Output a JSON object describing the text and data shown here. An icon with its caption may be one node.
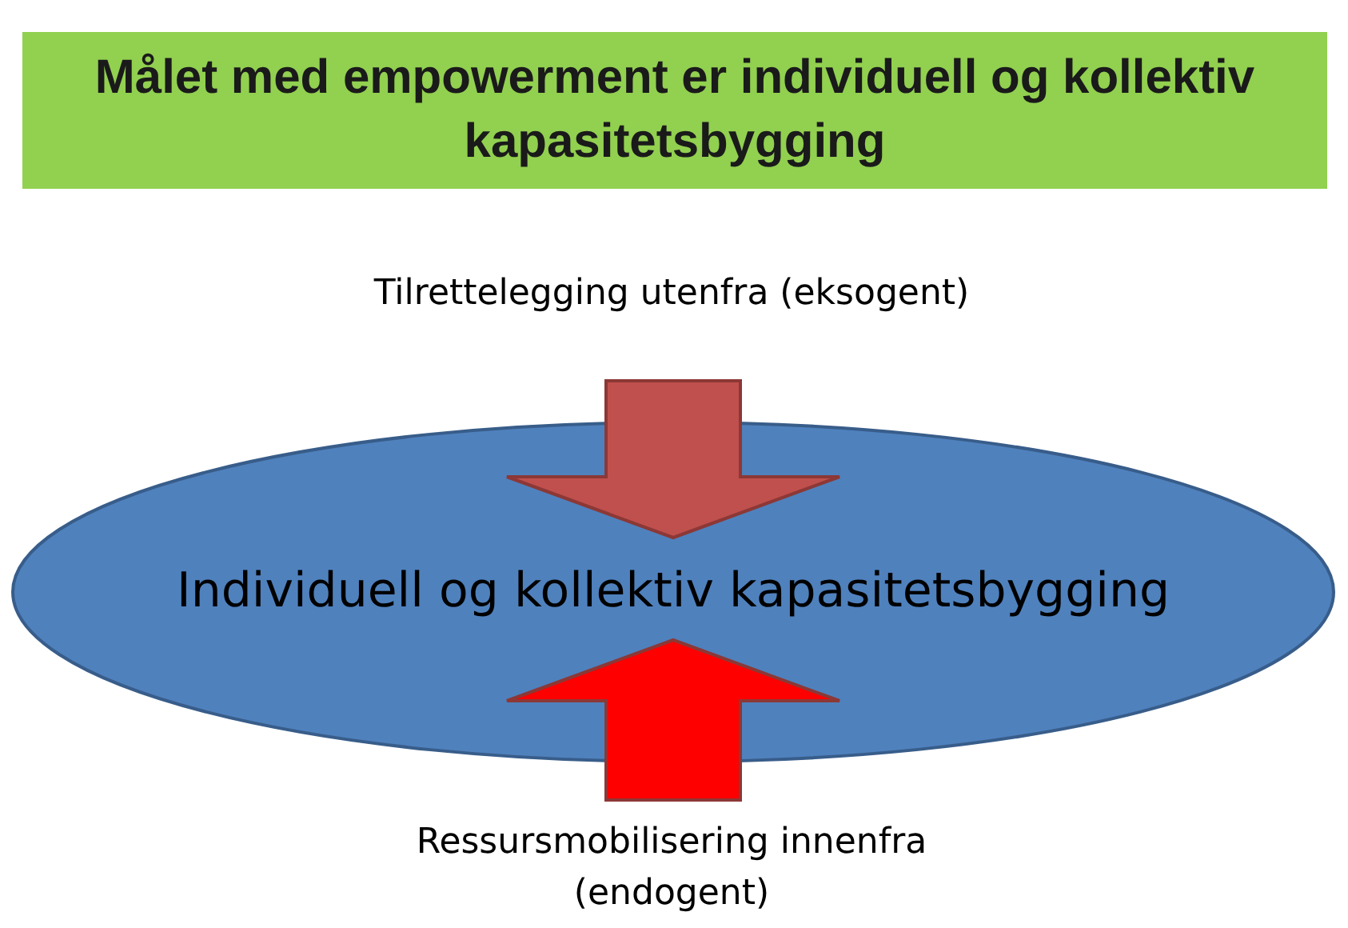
{
  "diagram": {
    "title": "Målet med empowerment er individuell og kollektiv kapasitetsbygging",
    "nodes": [
      {
        "text": [
          "Tilrettelegging utenfra (eksogent)"
        ]
      },
      {
        "text": [
          "Individuell og kollektiv kapasitetsbygging"
        ]
      },
      {
        "text": [
          "Ressursmobilisering innenfra (endogent)"
        ]
      }
    ],
    "edges": [
      {
        "from": 0,
        "to": 1,
        "arrow": "to",
        "style": "thick",
        "color": "#c0504d"
      },
      {
        "from": 2,
        "to": 1,
        "arrow": "to",
        "style": "thick",
        "color": "#ff0000"
      }
    ]
  }
}
